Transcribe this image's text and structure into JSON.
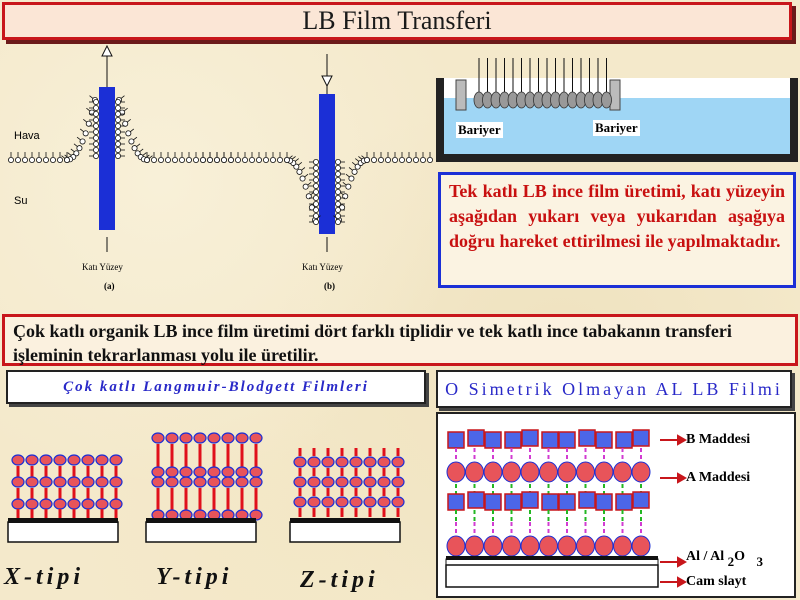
{
  "title": "LB Film Transferi",
  "figure": {
    "air_label": "Hava",
    "water_label": "Su",
    "solid_label_a": "Katı Yüzey",
    "solid_label_b": "Katı Yüzey",
    "tag_a": "(a)",
    "tag_b": "(b)",
    "barrier_left": "Bariyer",
    "barrier_right": "Bariyer"
  },
  "tek_katli_text": "Tek katlı LB ince film üretimi, katı yüzeyin aşağıdan yukarı veya yukarıdan aşağıya doğru hareket ettirilmesi ile yapılmaktadır.",
  "cok_katli_text": "Çok katlı organik LB ince film üretimi dört farklı tiplidir ve tek katlı ince tabakanın transferi işleminin tekrarlanması yolu ile üretilir.",
  "langmuir_title": "Çok katlı Langmuir-Blodgett Filmleri",
  "al_title": "O Simetrik Olmayan AL LB Filmi",
  "types": {
    "x": "X-tipi",
    "y": "Y-tipi",
    "z": "Z-tipi"
  },
  "al_labels": {
    "b_maddesi": "B  Maddesi",
    "a_maddesi": "A  Maddesi",
    "al_prefix": "Al / Al",
    "sub2": "2",
    "o": "O",
    "sub3": "3",
    "cam": "Cam slayt"
  },
  "colors": {
    "accent_red": "#c8161b",
    "accent_blue": "#1b2fd6",
    "head_red": "#e8545a",
    "head_blue": "#3b6bdc",
    "tail_red": "#e0101b",
    "tail_green": "#23b723",
    "tail_magenta": "#d23cd2",
    "water": "#9fd6f5"
  }
}
